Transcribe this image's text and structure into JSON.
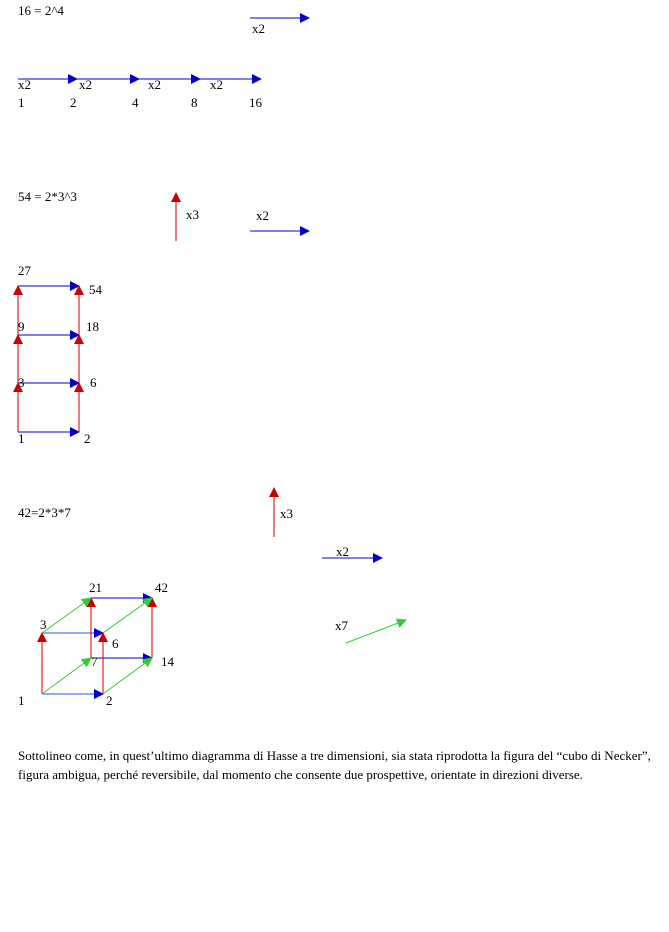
{
  "colors": {
    "blue": "#0000cc",
    "red": "#cc0000",
    "green": "#33cc33",
    "text": "#000000"
  },
  "diagram1": {
    "equation": "16 = 2^4",
    "legend_label": "x2",
    "step_label": "x2",
    "nodes": [
      "1",
      "2",
      "4",
      "8",
      "16"
    ]
  },
  "diagram2": {
    "equation": "54 = 2*3^3",
    "legend_x3": "x3",
    "legend_x2": "x2",
    "nodes": {
      "n1": "1",
      "n2": "2",
      "n3": "3",
      "n6": "6",
      "n9": "9",
      "n18": "18",
      "n27": "27",
      "n54": "54"
    }
  },
  "diagram3": {
    "equation": "42=2*3*7",
    "legend_x3": "x3",
    "legend_x2": "x2",
    "legend_x7": "x7",
    "nodes": {
      "n1": "1",
      "n2": "2",
      "n3": "3",
      "n6": "6",
      "n7": "7",
      "n14": "14",
      "n21": "21",
      "n42": "42"
    }
  },
  "paragraph": "Sottolineo come, in quest’ultimo diagramma di Hasse a tre dimensioni, sia stata riprodotta la figura del “cubo di Necker”, figura ambigua, perché reversibile, dal momento che consente due prospettive, orientate in direzioni diverse."
}
